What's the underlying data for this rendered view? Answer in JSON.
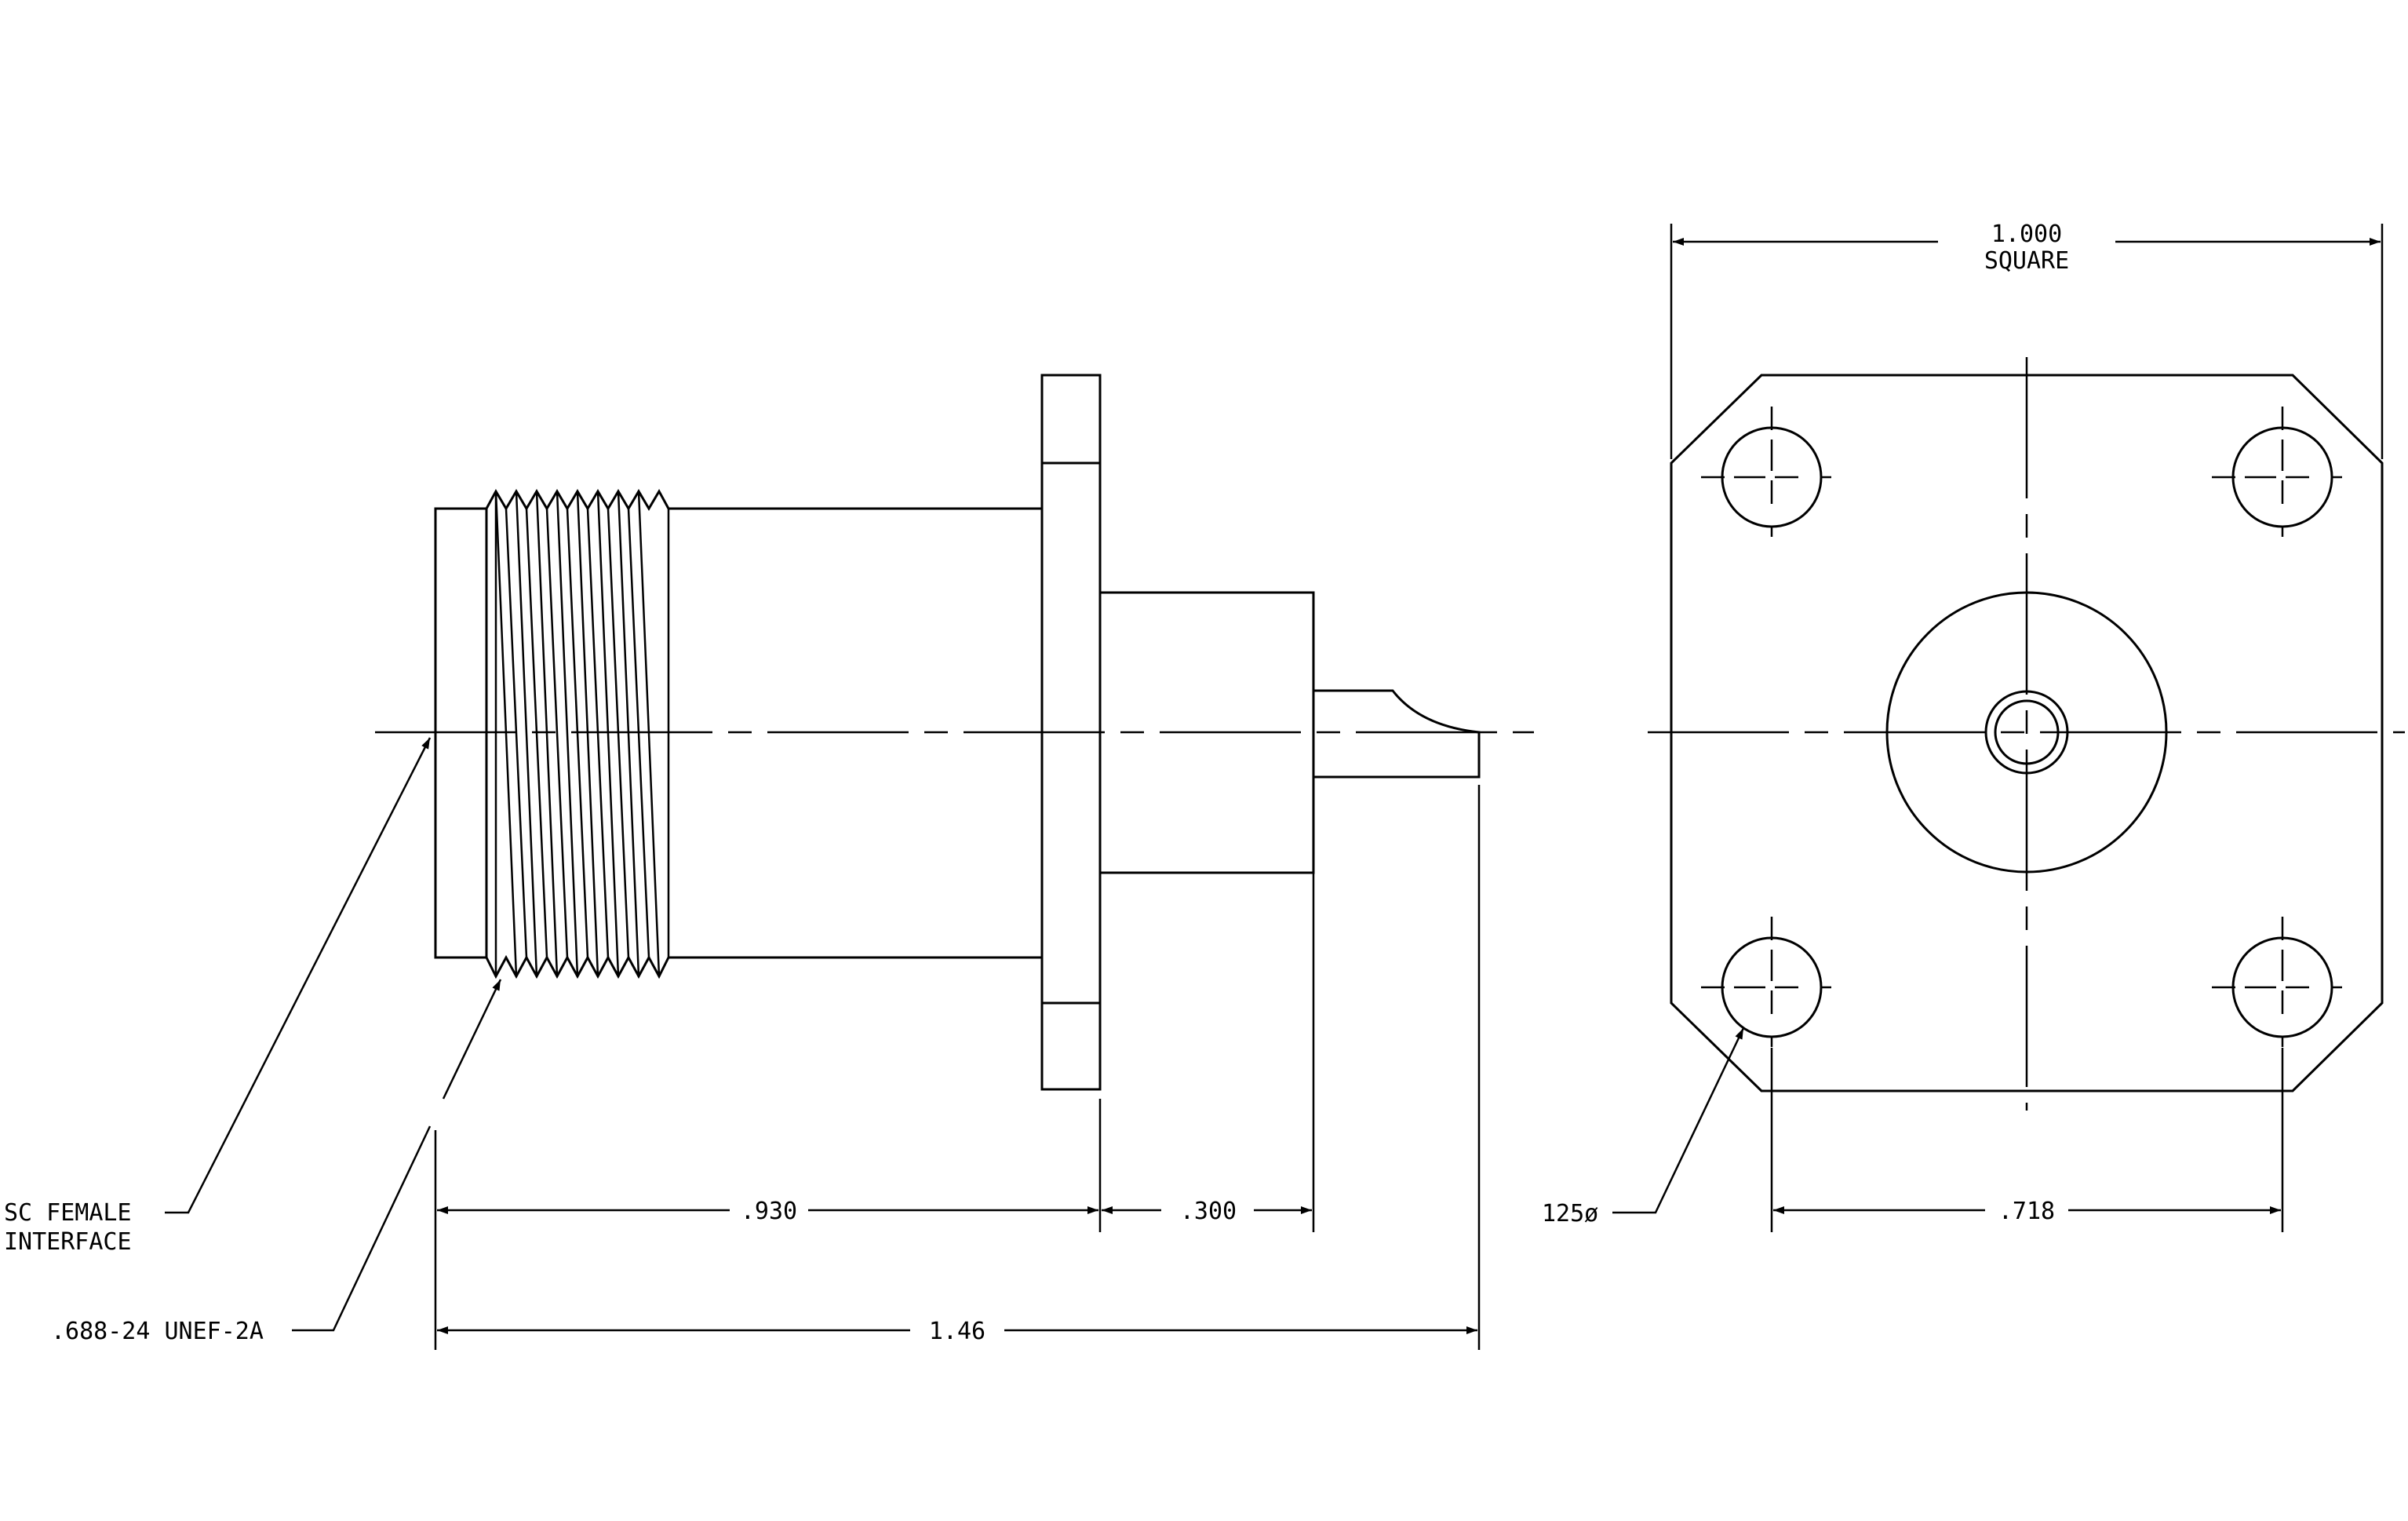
{
  "labels": {
    "sc_female_line1": "SC FEMALE",
    "sc_female_line2": "INTERFACE",
    "thread_spec": ".688-24 UNEF-2A",
    "dim_930": ".930",
    "dim_300": ".300",
    "dim_146": "1.46",
    "dim_1000_line1": "1.000",
    "dim_1000_line2": "SQUARE",
    "dim_718": ".718",
    "hole_dia": "125ø"
  }
}
